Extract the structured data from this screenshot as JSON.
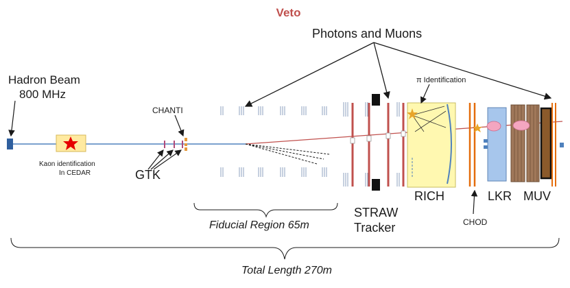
{
  "diagram": {
    "veto_title": "Veto",
    "photons_muons": "Photons and Muons",
    "hadron_beam": "Hadron Beam",
    "beam_rate": "800 MHz",
    "chanti": "CHANTI",
    "pi_identification": "π Identification",
    "kaon_identification_line1": "Kaon identification",
    "kaon_identification_line2": "In CEDAR",
    "gtk": "GTK",
    "rich": "RICH",
    "lkr": "LKR",
    "muv": "MUV",
    "straw": "STRAW",
    "tracker": "Tracker",
    "chod": "CHOD",
    "fiducial_region": "Fiducial Region 65m",
    "total_length": "Total Length 270m"
  },
  "colors": {
    "beam": "#4f81bd",
    "straw": "#c0504d",
    "rich": "#fff8b0",
    "lkr": "#a7c6ec",
    "muv": "#a0785a",
    "chod": "#e46c0a",
    "veto_text": "#c0504d",
    "star": "#e60000",
    "cedar_box": "#ffeaa0"
  }
}
